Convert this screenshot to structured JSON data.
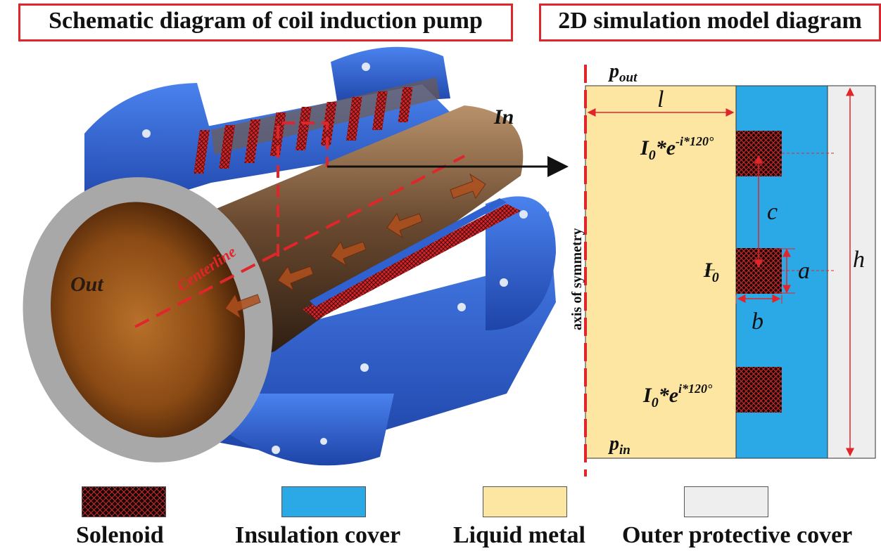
{
  "titles": {
    "left": "Schematic diagram of coil induction  pump",
    "right": "2D simulation model diagram"
  },
  "pump": {
    "in_label": "In",
    "out_label": "Out",
    "centerline_label": "Centerline"
  },
  "model": {
    "p_out": {
      "base": "p",
      "sub": "out"
    },
    "p_in": {
      "base": "p",
      "sub": "in"
    },
    "l": "l",
    "c": "c",
    "a": "a",
    "b": "b",
    "h": "h",
    "axis_label": "axis of symmetry",
    "currents": [
      {
        "base": "I",
        "sub": "0",
        "mid": "*e",
        "sup": "-i*120°"
      },
      {
        "base": "I",
        "sub": "0",
        "mid": "",
        "sup": ""
      },
      {
        "base": "I",
        "sub": "0",
        "mid": "*e",
        "sup": "i*120°"
      }
    ]
  },
  "legend": [
    {
      "label": "Solenoid",
      "swatch": "solenoid"
    },
    {
      "label": "Insulation cover",
      "swatch": "#2aa9e6"
    },
    {
      "label": "Liquid metal",
      "swatch": "#fce6a2"
    },
    {
      "label": "Outer protective cover",
      "swatch": "#eeeeee"
    }
  ],
  "colors": {
    "accent_red": "#e0262a",
    "insulation": "#2aa9e6",
    "liquid_metal": "#fce6a2",
    "outer_cover": "#eeeeee",
    "flange_blue": "#2f62d0"
  }
}
